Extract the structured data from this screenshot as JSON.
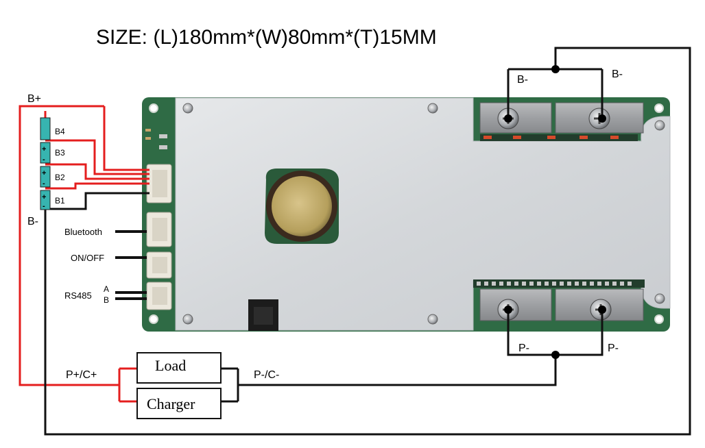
{
  "title": "SIZE: (L)180mm*(W)80mm*(T)15MM",
  "labels": {
    "b_plus": "B+",
    "b_minus_left": "B-",
    "b_minus_top_left": "B-",
    "b_minus_top_right": "B-",
    "p_minus_left": "P-",
    "p_minus_right": "P-",
    "p_plus_c_plus": "P+/C+",
    "p_minus_c_minus": "P-/C-"
  },
  "cells": [
    "B4",
    "B3",
    "B2",
    "B1"
  ],
  "ports": {
    "bluetooth": "Bluetooth",
    "on_off": "ON/OFF",
    "rs485": "RS485",
    "rs485_a": "A",
    "rs485_b": "B"
  },
  "devices": {
    "load": "Load",
    "charger": "Charger"
  },
  "colors": {
    "positive_wire": "#e41e1e",
    "negative_wire": "#111111",
    "pcb_green": "#2f6b45",
    "heatsink": "#d7d9dc",
    "cell_teal": "#37b4b0"
  }
}
